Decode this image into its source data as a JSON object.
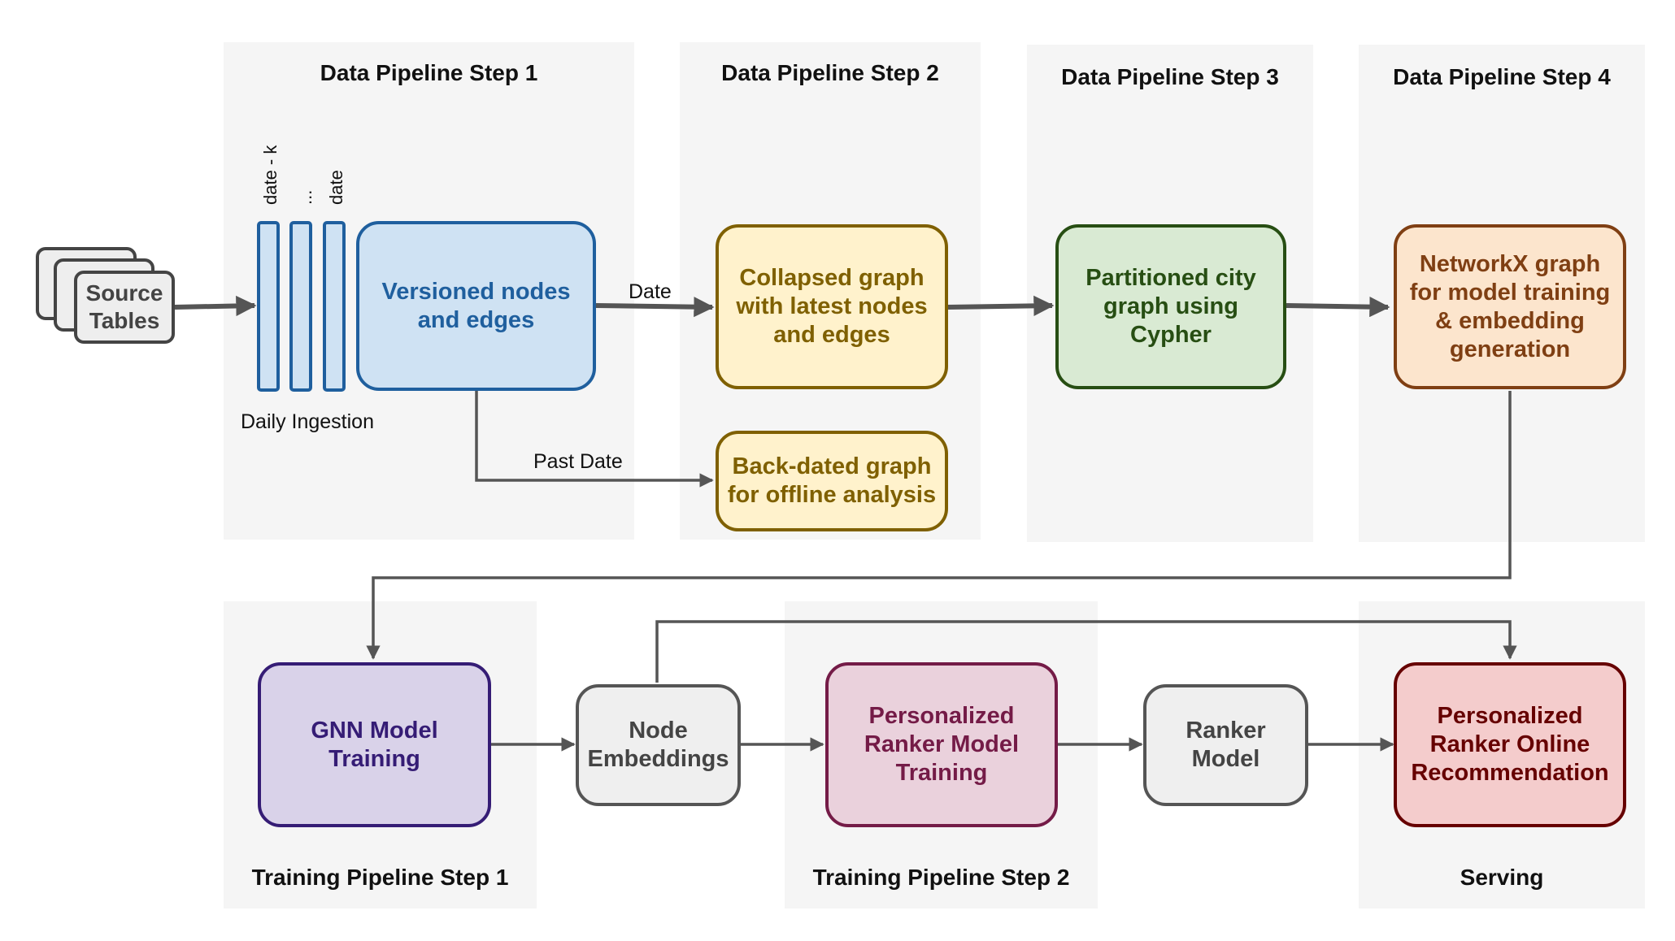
{
  "panels": {
    "data_step1": "Data Pipeline Step 1",
    "data_step2": "Data Pipeline Step 2",
    "data_step3": "Data Pipeline Step 3",
    "data_step4": "Data Pipeline Step 4",
    "train_step1": "Training Pipeline Step 1",
    "train_step2": "Training Pipeline Step 2",
    "serving": "Serving"
  },
  "source": {
    "line1": "Source",
    "line2": "Tables"
  },
  "ingestion": {
    "labels": [
      "date - k",
      "...",
      "date"
    ],
    "caption": "Daily Ingestion"
  },
  "nodes": {
    "versioned": {
      "lines": [
        "Versioned nodes",
        "and edges"
      ],
      "fill": "#cfe2f3",
      "stroke": "#1f5f9e",
      "text": "#1f5f9e"
    },
    "collapsed": {
      "lines": [
        "Collapsed graph",
        "with latest nodes",
        "and edges"
      ],
      "fill": "#fff2cc",
      "stroke": "#7f6000",
      "text": "#7f6000"
    },
    "backdated": {
      "lines": [
        "Back-dated graph",
        "for offline analysis"
      ],
      "fill": "#fff2cc",
      "stroke": "#7f6000",
      "text": "#7f6000"
    },
    "partitioned": {
      "lines": [
        "Partitioned city",
        "graph using",
        "Cypher"
      ],
      "fill": "#d9ead3",
      "stroke": "#274e13",
      "text": "#274e13"
    },
    "networkx": {
      "lines": [
        "NetworkX graph",
        "for model training",
        "& embedding",
        "generation"
      ],
      "fill": "#fce5cd",
      "stroke": "#7f3f13",
      "text": "#7f3f13"
    },
    "gnn": {
      "lines": [
        "GNN Model",
        "Training"
      ],
      "fill": "#d9d2e9",
      "stroke": "#351c75",
      "text": "#351c75"
    },
    "embeddings": {
      "lines": [
        "Node",
        "Embeddings"
      ],
      "fill": "#efefef",
      "stroke": "#555555",
      "text": "#444444"
    },
    "ranker_training": {
      "lines": [
        "Personalized",
        "Ranker Model",
        "Training"
      ],
      "fill": "#ead1dc",
      "stroke": "#741b47",
      "text": "#741b47"
    },
    "ranker_model": {
      "lines": [
        "Ranker",
        "Model"
      ],
      "fill": "#efefef",
      "stroke": "#555555",
      "text": "#444444"
    },
    "online": {
      "lines": [
        "Personalized",
        "Ranker Online",
        "Recommendation"
      ],
      "fill": "#f4cccc",
      "stroke": "#660000",
      "text": "#660000"
    }
  },
  "edge_labels": {
    "date": "Date",
    "past_date": "Past Date"
  }
}
